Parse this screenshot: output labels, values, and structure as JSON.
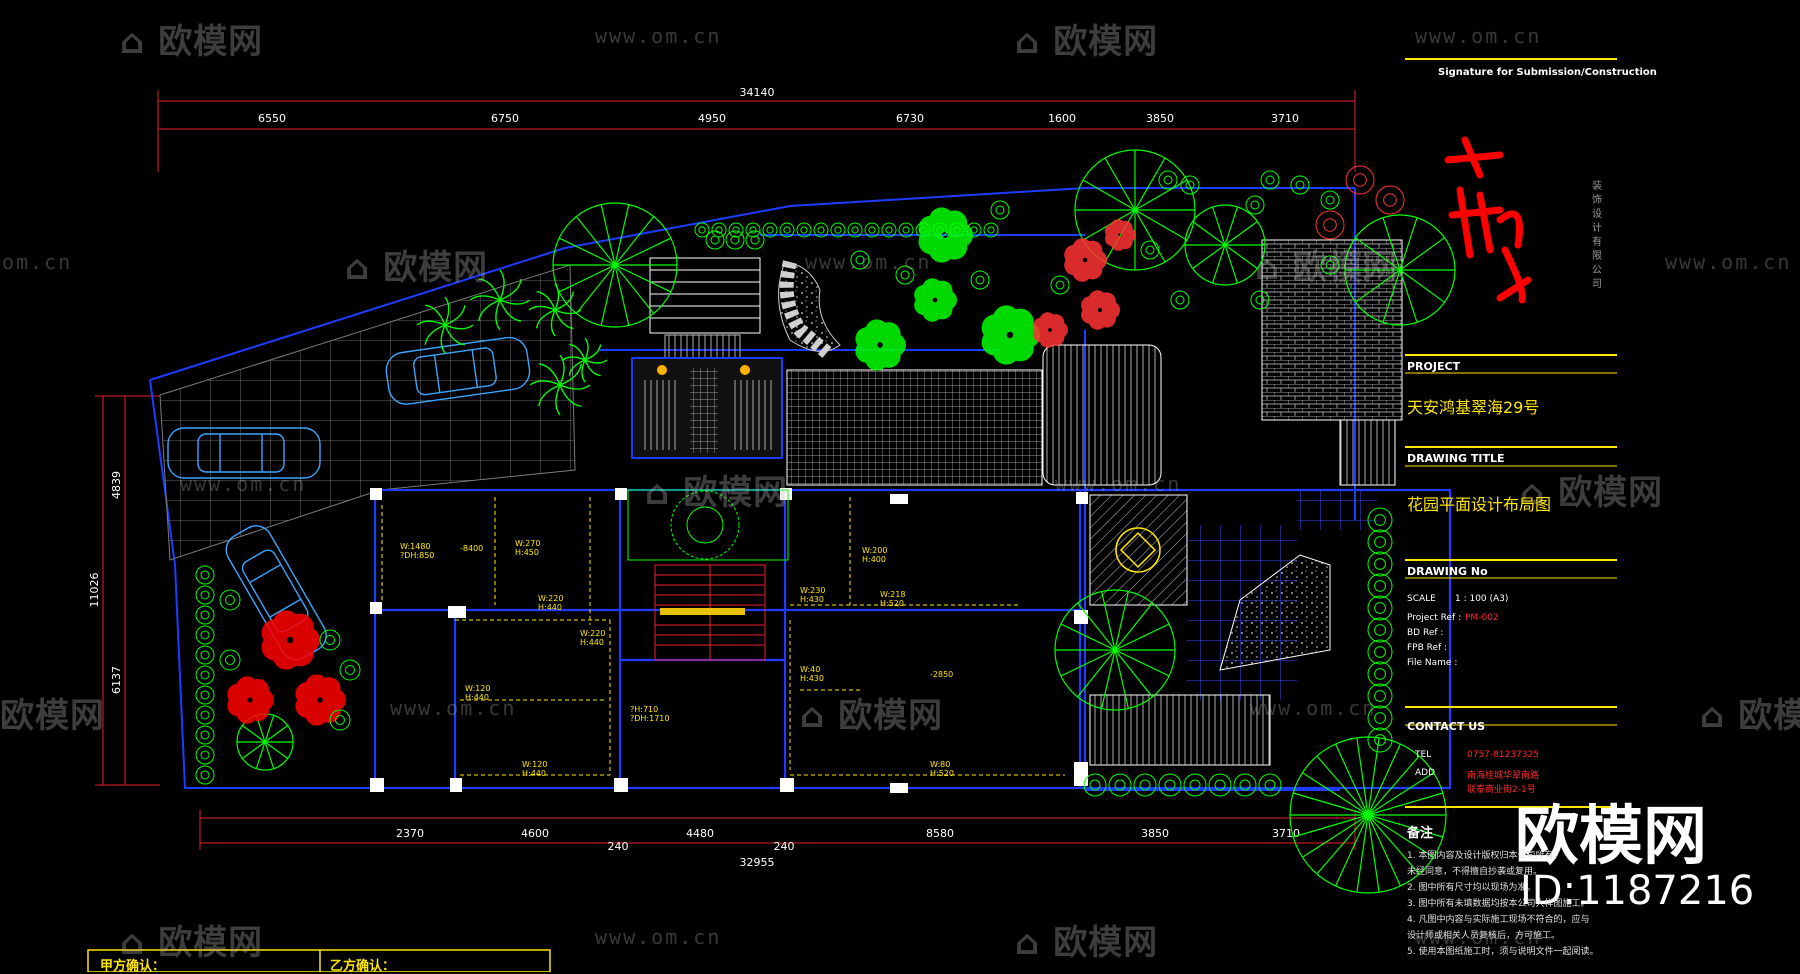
{
  "watermarks": {
    "logo_text": "欧模网",
    "url_text": "www.om.cn",
    "url_short": "om.cn",
    "big_brand": "欧模网",
    "id_text": "ID:1187216"
  },
  "dimensions": {
    "top_total": "34140",
    "top": [
      "6550",
      "6750",
      "4950",
      "6730",
      "1600",
      "3850",
      "3710"
    ],
    "left_total": "11026",
    "left": [
      "4839",
      "6137"
    ],
    "bottom_total": "32955",
    "bottom": [
      "2370",
      "4600",
      "240",
      "4480",
      "240",
      "8580",
      "3850",
      "3710"
    ]
  },
  "rooms": [
    {
      "w": "W:1480",
      "h": "?DH:850"
    },
    {
      "w": "W:270",
      "h": "H:450"
    },
    {
      "w": "W:220",
      "h": "H:440"
    },
    {
      "w": "W:220",
      "h": "H:440"
    },
    {
      "w": "W:200",
      "h": "H:400"
    },
    {
      "w": "W:230",
      "h": "H:430"
    },
    {
      "w": "W:218",
      "h": "H:520"
    },
    {
      "w": "W:120",
      "h": "H:440"
    },
    {
      "w": "?H:710",
      "h": "?DH:1710"
    },
    {
      "w": "W:40",
      "h": "H:430"
    },
    {
      "w": "W:120",
      "h": "H:440"
    },
    {
      "w": "W:80",
      "h": "H:520"
    }
  ],
  "levels": [
    "-8400",
    "-2850"
  ],
  "title_block": {
    "signature_label": "Signature for Submission/Construction",
    "company_vertical": [
      "装",
      "饰",
      "设",
      "计",
      "有",
      "限",
      "公",
      "司"
    ],
    "project_label": "PROJECT",
    "project_name": "天安鸿基翠海29号",
    "drawing_title_label": "DRAWING TITLE",
    "drawing_title": "花园平面设计布局图",
    "drawing_no_label": "DRAWING No",
    "scale_label": "SCALE",
    "scale_value": "1 : 100  (A3)",
    "project_ref_label": "Project Ref :",
    "project_ref_value": "PM-002",
    "bd_ref_label": "BD Ref :",
    "fpb_ref_label": "FPB Ref :",
    "file_name_label": "File Name :",
    "contact_label": "CONTACT US",
    "tel_label": "TEL",
    "tel_value": "0757-81237325",
    "add_label": "ADD",
    "add_value_1": "南海桂城华翠南路",
    "add_value_2": "联泰商业街2-1号",
    "notes_label": "备注",
    "notes": [
      "1. 本图内容及设计版权归本公司所有，",
      "   未经同意，不得擅自抄袭或复用。",
      "2. 图中所有尺寸均以现场为准。",
      "3. 图中所有未填数据均按本公司大样图施工。",
      "4. 凡图中内容与实际施工现场不符合的，应与",
      "   设计师或相关人员复核后，方可施工。",
      "5. 使用本图纸施工时，须与说明文件一起阅读。"
    ]
  },
  "confirm": {
    "party_a": "甲方确认：",
    "party_b": "乙方确认："
  },
  "colors": {
    "background": "#000000",
    "boundary": "#1e3cff",
    "dimension": "#e8212a",
    "plants": "#00ff00",
    "walls": "#ffffff",
    "doors": "#ffe600",
    "cars": "#3aa6ff",
    "title_lines": "#ffe600"
  }
}
